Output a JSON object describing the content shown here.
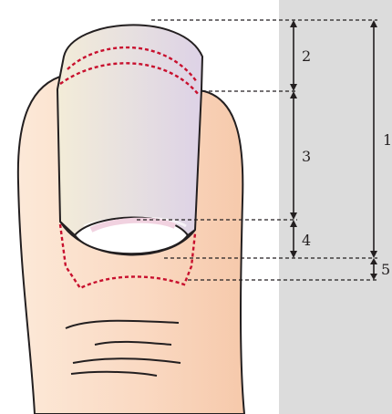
{
  "colors": {
    "background_left": "#ffffff",
    "background_right": "#dcdcdc",
    "skin_light": "#fce9d8",
    "skin_dark": "#f6c9ab",
    "nail_light": "#f3ecd8",
    "nail_dark": "#ddd2e6",
    "lunula": "#ffffff",
    "lunula_pink": "#f1d2e0",
    "dashed_outline": "#c8102e",
    "leader_line": "#231f20"
  },
  "dimensions": [
    {
      "label": "2"
    },
    {
      "label": "3"
    },
    {
      "label": "4"
    },
    {
      "label": "1"
    },
    {
      "label": "5"
    }
  ]
}
